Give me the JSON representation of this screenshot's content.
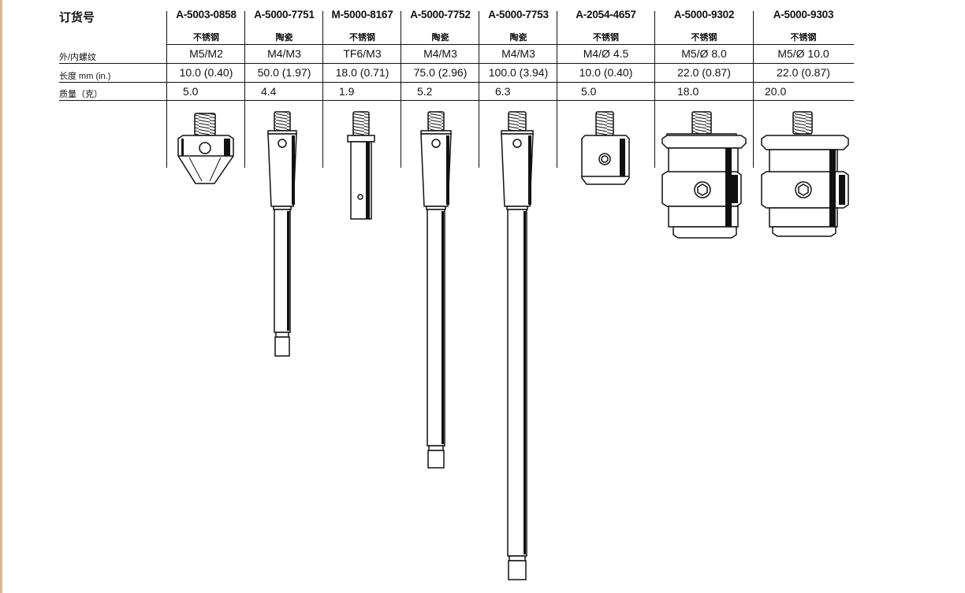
{
  "table": {
    "header_label": "订货号",
    "rows": {
      "thread": "外/内螺纹",
      "length": "长度 mm (in.)",
      "mass": "质量（克）"
    },
    "columns": [
      {
        "code": "A-5003-0858",
        "material": "不锈钢",
        "thread": "M5/M2",
        "length": "10.0 (0.40)",
        "mass": "5.0"
      },
      {
        "code": "A-5000-7751",
        "material": "陶瓷",
        "thread": "M4/M3",
        "length": "50.0 (1.97)",
        "mass": "4.4"
      },
      {
        "code": "M-5000-8167",
        "material": "不锈钢",
        "thread": "TF6/M3",
        "length": "18.0 (0.71)",
        "mass": "1.9"
      },
      {
        "code": "A-5000-7752",
        "material": "陶瓷",
        "thread": "M4/M3",
        "length": "75.0 (2.96)",
        "mass": "5.2"
      },
      {
        "code": "A-5000-7753",
        "material": "陶瓷",
        "thread": "M4/M3",
        "length": "100.0 (3.94)",
        "mass": "6.3"
      },
      {
        "code": "A-2054-4657",
        "material": "不锈钢",
        "thread": "M4/Ø 4.5",
        "length": "10.0 (0.40)",
        "mass": "5.0"
      },
      {
        "code": "A-5000-9302",
        "material": "不锈钢",
        "thread": "M5/Ø 8.0",
        "length": "22.0 (0.87)",
        "mass": "18.0"
      },
      {
        "code": "A-5000-9303",
        "material": "不锈钢",
        "thread": "M5/Ø 10.0",
        "length": "22.0 (0.87)",
        "mass": "20.0"
      }
    ]
  },
  "colors": {
    "ink": "#111111",
    "accent_bar": "#e0b48a"
  }
}
